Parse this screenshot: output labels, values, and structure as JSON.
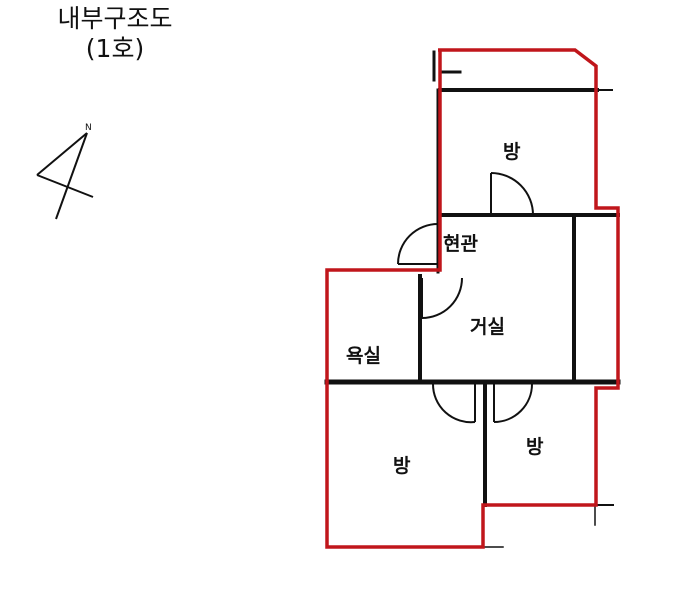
{
  "title": {
    "line1": "내부구조도",
    "line2": "(1호)"
  },
  "compass": {
    "icon": "north-arrow-icon",
    "label": "N"
  },
  "floor_plan": {
    "outline_color": "#c0161b",
    "wall_color": "#111111",
    "rooms": [
      {
        "name": "room-top",
        "label": "방"
      },
      {
        "name": "entrance",
        "label": "현관"
      },
      {
        "name": "living-room",
        "label": "거실"
      },
      {
        "name": "bathroom",
        "label": "욕실"
      },
      {
        "name": "room-bottom-left",
        "label": "방"
      },
      {
        "name": "room-bottom-right",
        "label": "방"
      }
    ]
  }
}
